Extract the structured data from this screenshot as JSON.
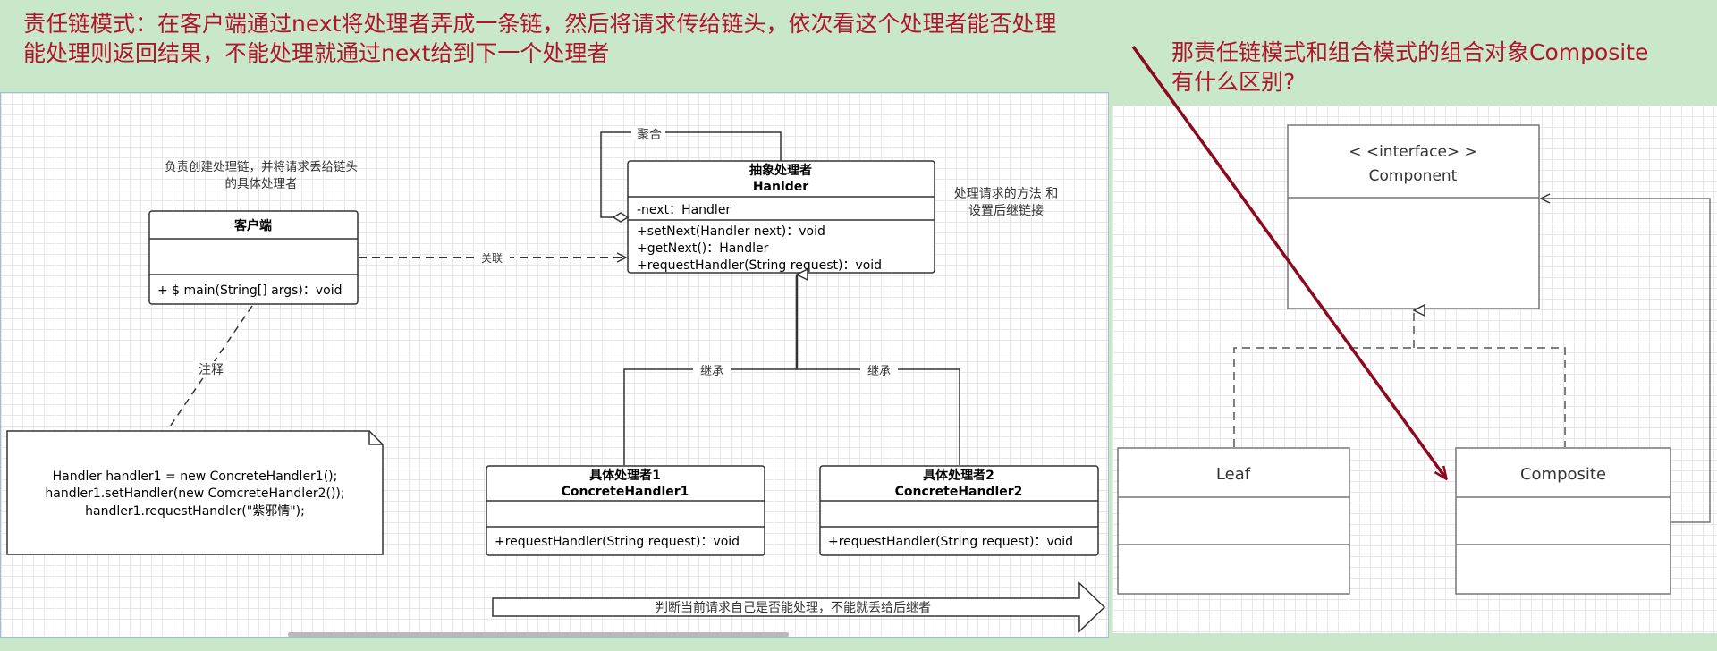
{
  "top_note": "责任链模式：在客户端通过next将处理者弄成一条链，然后将请求传给链头，依次看这个处理者能否处理\n能处理则返回结果，不能处理就通过next给到下一个处理者",
  "question": "那责任链模式和组合模式的组合对象Composite\n有什么区别?",
  "left_diagram": {
    "client_desc_line1": "负责创建处理链，并将请求丢给链头",
    "client_desc_line2": "的具体处理者",
    "client": {
      "title": "客户端",
      "method": "+ $ main(String[] args)：void"
    },
    "handler": {
      "title": "抽象处理者",
      "subtitle": "Hanlder",
      "field": "-next：Handler",
      "methods": [
        "+setNext(Handler next)：void",
        "+getNext()：Handler",
        "+requestHandler(String request)：void"
      ]
    },
    "handler_desc_line1": "处理请求的方法 和",
    "handler_desc_line2": "设置后继链接",
    "aggregation_label": "聚合",
    "association_label": "关联",
    "annotation_label": "注释",
    "inherit_label_1": "继承",
    "inherit_label_2": "继承",
    "note_lines": [
      "Handler handler1 = new ConcreteHandler1();",
      "handler1.setHandler(new ComcreteHandler2());",
      "handler1.requestHandler(\"紫邪情\");"
    ],
    "concrete1": {
      "title": "具体处理者1",
      "subtitle": "ConcreteHandler1",
      "method": "+requestHandler(String request)：void"
    },
    "concrete2": {
      "title": "具体处理者2",
      "subtitle": "ConcreteHandler2",
      "method": "+requestHandler(String request)：void"
    },
    "bottom_arrow_label": "判断当前请求自己是否能处理，不能就丢给后继者"
  },
  "right_diagram": {
    "component_stereotype": "< <interface> >",
    "component_name": "Component",
    "leaf_name": "Leaf",
    "composite_name": "Composite"
  },
  "colors": {
    "note_red": "#b0152b",
    "arrow_red": "#8b0a1e",
    "background_green": "#c9e8c9"
  }
}
